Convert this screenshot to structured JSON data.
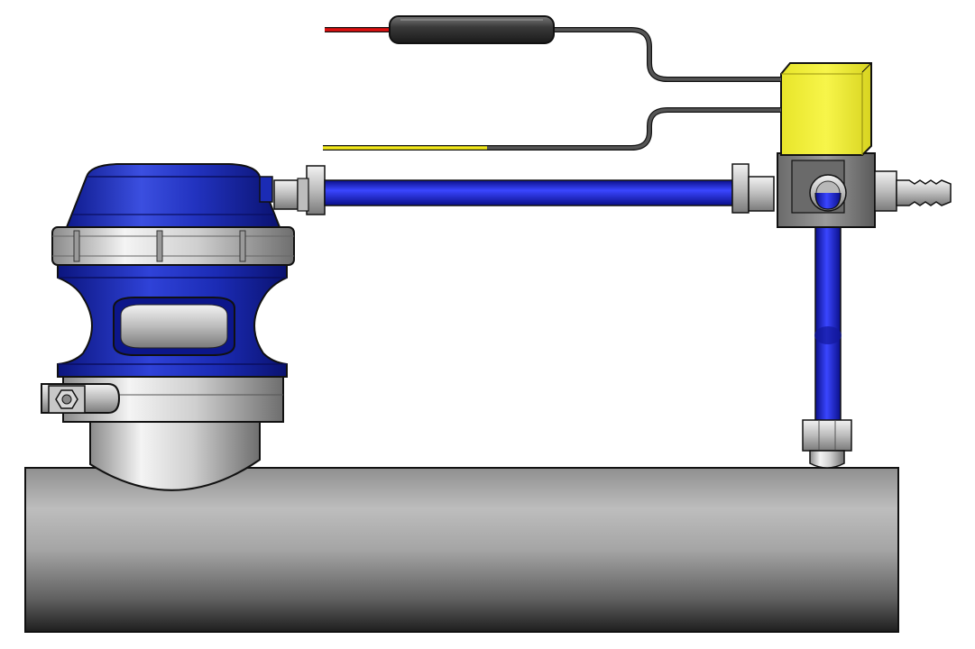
{
  "diagram": {
    "components": [
      {
        "id": "intake-pipe",
        "icon": "pipe-icon"
      },
      {
        "id": "blow-off-valve",
        "icon": "valve-icon"
      },
      {
        "id": "pipe-clamp",
        "icon": "clamp-icon"
      },
      {
        "id": "vacuum-line-upper",
        "icon": "hose-icon"
      },
      {
        "id": "vacuum-line-lower",
        "icon": "hose-icon"
      },
      {
        "id": "solenoid-valve",
        "icon": "solenoid-icon"
      },
      {
        "id": "hose-barb",
        "icon": "barb-fitting-icon"
      },
      {
        "id": "pipe-port-fitting",
        "icon": "fitting-icon"
      },
      {
        "id": "wire-red",
        "icon": "wire-icon"
      },
      {
        "id": "wire-yellow",
        "icon": "wire-icon"
      },
      {
        "id": "inline-resistor",
        "icon": "resistor-icon"
      }
    ],
    "colors": {
      "pipe": "#a9a9a9",
      "valve_blue": "#1e2fb4",
      "hose_blue": "#1a24d8",
      "solenoid_yellow": "#f2ef3a",
      "wire_red": "#e01010",
      "wire_yellow": "#f2e81a",
      "wire_gray": "#555555",
      "fitting_silver": "#d0d0d0",
      "outline": "#111111"
    }
  }
}
